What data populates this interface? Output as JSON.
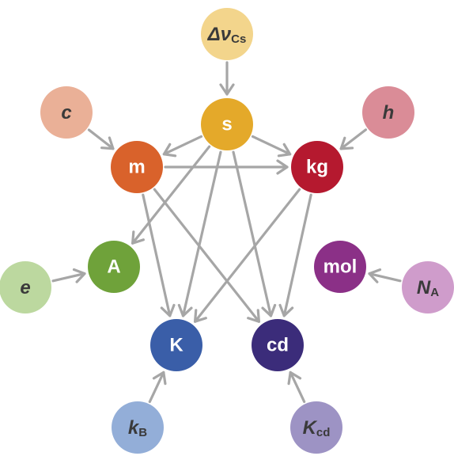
{
  "diagram": {
    "base_units": [
      {
        "id": "s",
        "label": "s",
        "color": "#e4a92a"
      },
      {
        "id": "m",
        "label": "m",
        "color": "#d9622b"
      },
      {
        "id": "kg",
        "label": "kg",
        "color": "#b5192f"
      },
      {
        "id": "A",
        "label": "A",
        "color": "#6fa23a"
      },
      {
        "id": "mol",
        "label": "mol",
        "color": "#8b3087"
      },
      {
        "id": "K",
        "label": "K",
        "color": "#3a5ea8"
      },
      {
        "id": "cd",
        "label": "cd",
        "color": "#3b2c7a"
      }
    ],
    "constants": [
      {
        "id": "dnu",
        "main": "Δν",
        "sub": "Cs",
        "color": "#f3d58c",
        "target": "s"
      },
      {
        "id": "c",
        "main": "c",
        "sub": "",
        "color": "#eab097",
        "target": "m"
      },
      {
        "id": "h",
        "main": "h",
        "sub": "",
        "color": "#da8c97",
        "target": "kg"
      },
      {
        "id": "e",
        "main": "e",
        "sub": "",
        "color": "#bcd89f",
        "target": "A"
      },
      {
        "id": "NA",
        "main": "N",
        "sub": "A",
        "color": "#cf9ccb",
        "target": "mol"
      },
      {
        "id": "kB",
        "main": "k",
        "sub": "B",
        "color": "#93aed8",
        "target": "K"
      },
      {
        "id": "Kcd",
        "main": "K",
        "sub": "cd",
        "color": "#9d93c4",
        "target": "cd"
      }
    ],
    "unit_links": [
      [
        "s",
        "m"
      ],
      [
        "s",
        "kg"
      ],
      [
        "s",
        "A"
      ],
      [
        "s",
        "K"
      ],
      [
        "s",
        "cd"
      ],
      [
        "m",
        "kg"
      ],
      [
        "m",
        "K"
      ],
      [
        "m",
        "cd"
      ],
      [
        "kg",
        "K"
      ],
      [
        "kg",
        "cd"
      ]
    ]
  }
}
